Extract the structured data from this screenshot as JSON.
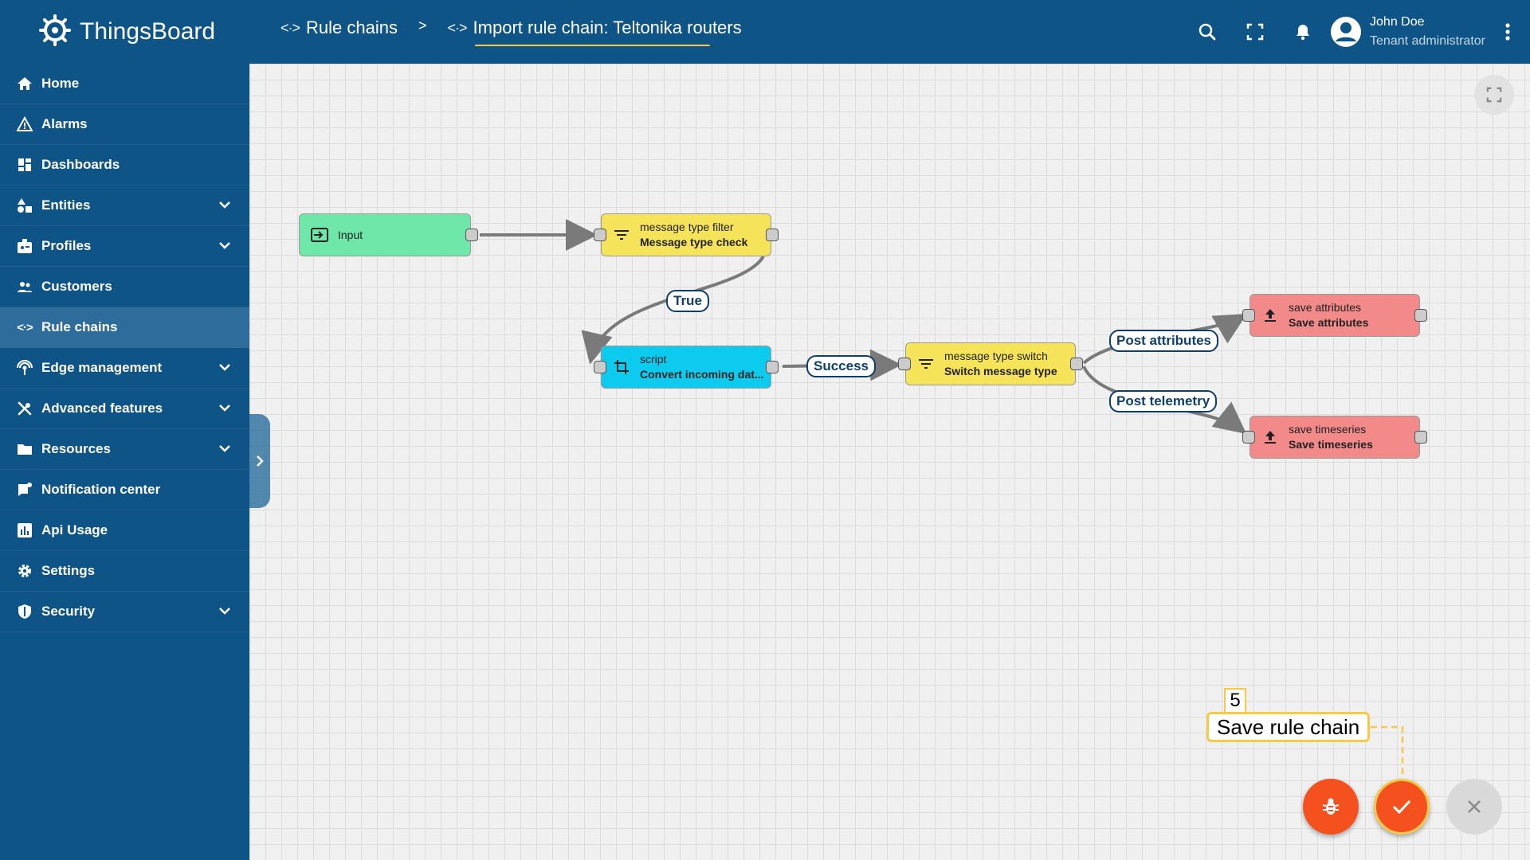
{
  "app": {
    "name": "ThingsBoard"
  },
  "breadcrumb": {
    "parent": "Rule chains",
    "separator": ">",
    "current": "Import rule chain: Teltonika routers"
  },
  "user": {
    "name": "John Doe",
    "role": "Tenant administrator"
  },
  "sidebar": {
    "items": [
      {
        "label": "Home",
        "icon": "home-icon",
        "expandable": false
      },
      {
        "label": "Alarms",
        "icon": "warning-icon",
        "expandable": false
      },
      {
        "label": "Dashboards",
        "icon": "dashboard-icon",
        "expandable": false
      },
      {
        "label": "Entities",
        "icon": "shapes-icon",
        "expandable": true
      },
      {
        "label": "Profiles",
        "icon": "badge-icon",
        "expandable": true
      },
      {
        "label": "Customers",
        "icon": "people-icon",
        "expandable": false
      },
      {
        "label": "Rule chains",
        "icon": "code-arrows-icon",
        "expandable": false,
        "active": true
      },
      {
        "label": "Edge management",
        "icon": "antenna-icon",
        "expandable": true
      },
      {
        "label": "Advanced features",
        "icon": "tools-icon",
        "expandable": true
      },
      {
        "label": "Resources",
        "icon": "folder-icon",
        "expandable": true
      },
      {
        "label": "Notification center",
        "icon": "inbox-icon",
        "expandable": false
      },
      {
        "label": "Api Usage",
        "icon": "chart-icon",
        "expandable": false
      },
      {
        "label": "Settings",
        "icon": "gear-icon",
        "expandable": false
      },
      {
        "label": "Security",
        "icon": "shield-icon",
        "expandable": true
      }
    ]
  },
  "nodes": {
    "input": {
      "name": "Input",
      "color": "#6ee7a8"
    },
    "filter": {
      "type": "message type filter",
      "name": "Message type check",
      "color": "#f5e35a"
    },
    "script": {
      "type": "script",
      "name": "Convert incoming dat...",
      "color": "#0ccbef"
    },
    "switch": {
      "type": "message type switch",
      "name": "Switch message type",
      "color": "#f5e35a"
    },
    "save_attr": {
      "type": "save attributes",
      "name": "Save attributes",
      "color": "#f38a8a"
    },
    "save_ts": {
      "type": "save timeseries",
      "name": "Save timeseries",
      "color": "#f38a8a"
    }
  },
  "edge_labels": {
    "true": "True",
    "success": "Success",
    "post_attributes": "Post attributes",
    "post_telemetry": "Post telemetry"
  },
  "callout": {
    "step": "5",
    "text": "Save rule chain"
  },
  "colors": {
    "primary": "#0f5486",
    "accent": "#f4511e",
    "highlight": "#f7c948"
  }
}
